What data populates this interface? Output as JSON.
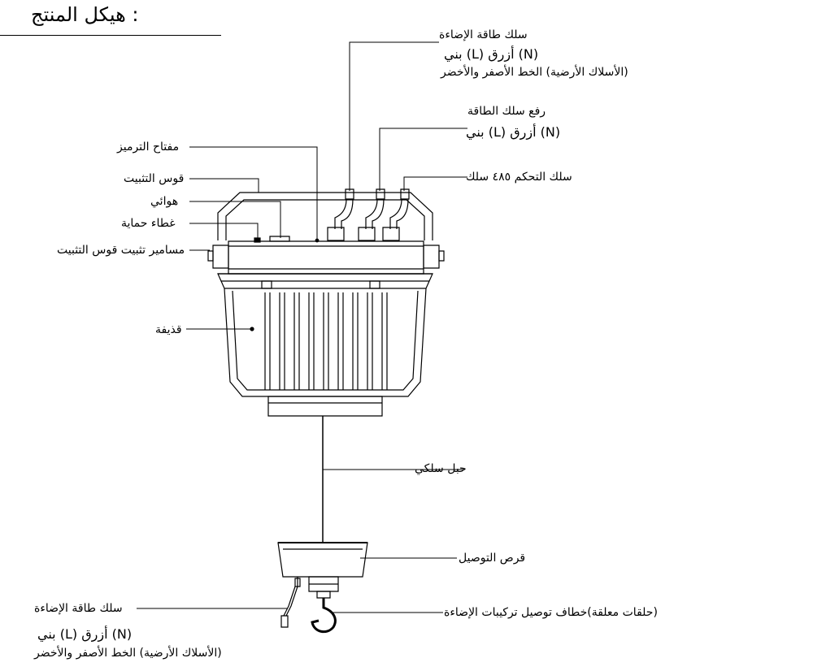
{
  "title": ": هيكل المنتج",
  "labels": {
    "lighting_cable": "سلك طاقة الإضاءة",
    "lighting_cable_colors": "(N) أزرق  (L) بني",
    "lighting_cable_ground": "(الأسلاك الأرضية) الخط الأصفر والأخضر",
    "lift_cable": "رفع سلك الطاقة",
    "lift_cable_colors": "(N) أزرق  (L) بني",
    "control_cable": "سلك التحكم ٤٨٥ سلك",
    "dimming_switch": "مفتاح الترميز",
    "mounting_bracket": "قوس التثبيت",
    "antenna": "هوائي",
    "protective_cover": "غطاء حماية",
    "bracket_screws": "مسامير تثبيت قوس التثبيت",
    "shell": "قذيفة",
    "wire_rope": "حبل سلكي",
    "connection_disc": "قرص التوصيل",
    "hook": "(حلقات معلقة)خطاف توصيل تركيبات الإضاءة",
    "bottom_lighting_cable": "سلك طاقة الإضاءة",
    "bottom_lighting_cable_colors": "(N) أزرق  (L) بني",
    "bottom_lighting_cable_ground": "(الأسلاك الأرضية) الخط الأصفر والأخضر"
  },
  "colors": {
    "ink": "#000000",
    "paper": "#ffffff"
  }
}
